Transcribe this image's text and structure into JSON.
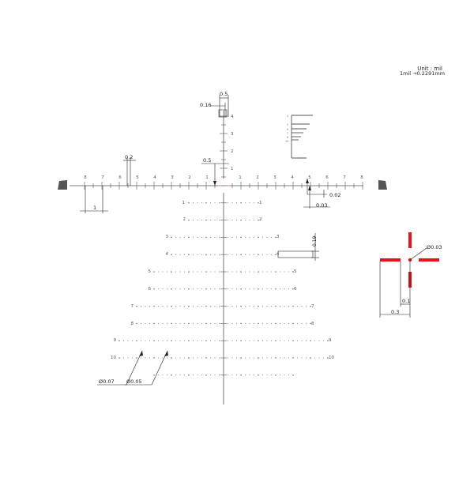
{
  "unit": {
    "title": "Unit : mil",
    "conversion": "1mil →0.2291mm"
  },
  "scale": {
    "horizontal_labels": [
      "8",
      "7",
      "6",
      "5",
      "4",
      "3",
      "2",
      "1",
      "1",
      "2",
      "3",
      "4",
      "5",
      "6",
      "7",
      "8"
    ],
    "vertical_labels": [
      "4",
      "3",
      "2",
      "1"
    ],
    "drop_labels": [
      "1",
      "2",
      "3",
      "4",
      "5",
      "6",
      "7",
      "8",
      "9",
      "10"
    ]
  },
  "dimensions": {
    "top_width": "0.5",
    "top_offset": "0.16",
    "left_gap": "0.2",
    "center_left": "0.5",
    "one_mil": "1",
    "small_tick": "0.02",
    "tick_length": "0.03",
    "post_height": "0.19",
    "dot_large": "Ø0.07",
    "dot_small": "Ø0.05"
  },
  "detail": {
    "center_dot": "Ø0.03",
    "gap": "0.1",
    "arm": "0.3"
  },
  "colors": {
    "line": "#555555",
    "dim": "#222222",
    "accent": "#e8141b",
    "post": "#555555"
  }
}
